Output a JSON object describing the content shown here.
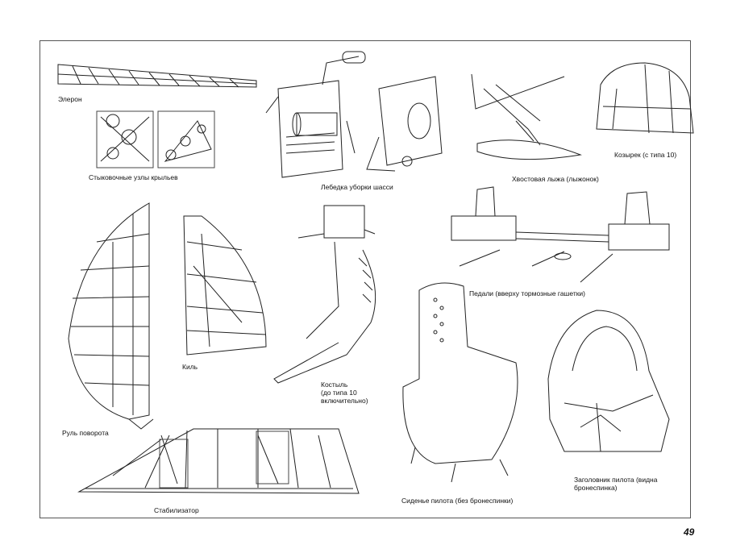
{
  "captions": {
    "aileron": "Элерон",
    "wing_joints": "Стыковочные узлы крыльев",
    "winch": "Лебедка уборки шасси",
    "tail_skid": "Хвостовая лыжа (лыжонок)",
    "visor": "Козырек (с типа 10)",
    "pedals": "Педали (вверху тормозные гашетки)",
    "fin": "Киль",
    "rudder": "Руль поворота",
    "crutch_line1": "Костыль",
    "crutch_line2": "(до типа 10",
    "crutch_line3": "включительно)",
    "stabilizer": "Стабилизатор",
    "seat": "Сиденье пилота (без бронеспинки)",
    "headrest_line1": "Заголовник пилота (видна",
    "headrest_line2": "бронеспинка)"
  },
  "page_number": "49",
  "colors": {
    "ink": "#111111",
    "paper": "#ffffff"
  }
}
